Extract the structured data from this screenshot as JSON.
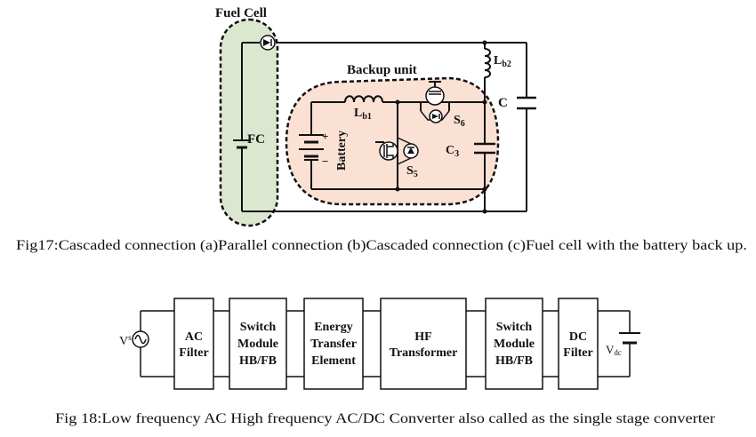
{
  "fig17": {
    "fuel_cell_title": "Fuel Cell",
    "fc_label": "FC",
    "backup_unit_label": "Backup unit",
    "battery_label": "Battery",
    "plus": "+",
    "minus": "−",
    "lb1": "L",
    "lb1_sub": "b1",
    "lb2": "L",
    "lb2_sub": "b2",
    "c_label": "C",
    "c3": "C",
    "c3_sub": "3",
    "s5": "S",
    "s5_sub": "5",
    "s6": "S",
    "s6_sub": "6",
    "caption": "Fig17:Cascaded connection (a)Parallel connection (b)Cascaded connection (c)Fuel cell with the battery back up.",
    "colors": {
      "fuel_cell_fill": "#dbe8cf",
      "backup_fill": "#fbe1d4"
    }
  },
  "fig18": {
    "vs": "V",
    "vs_sub": "s",
    "vdc": "V",
    "vdc_sub": "dc",
    "blocks": [
      {
        "lines": [
          "AC",
          "Filter"
        ]
      },
      {
        "lines": [
          "Switch",
          "Module",
          "HB/FB"
        ]
      },
      {
        "lines": [
          "Energy",
          "Transfer",
          "Element"
        ]
      },
      {
        "lines": [
          "HF",
          "Transformer"
        ]
      },
      {
        "lines": [
          "Switch",
          "Module",
          "HB/FB"
        ]
      },
      {
        "lines": [
          "DC",
          "Filter"
        ]
      }
    ],
    "caption": "Fig 18:Low frequency AC High frequency AC/DC Converter also called as the single stage converter"
  }
}
